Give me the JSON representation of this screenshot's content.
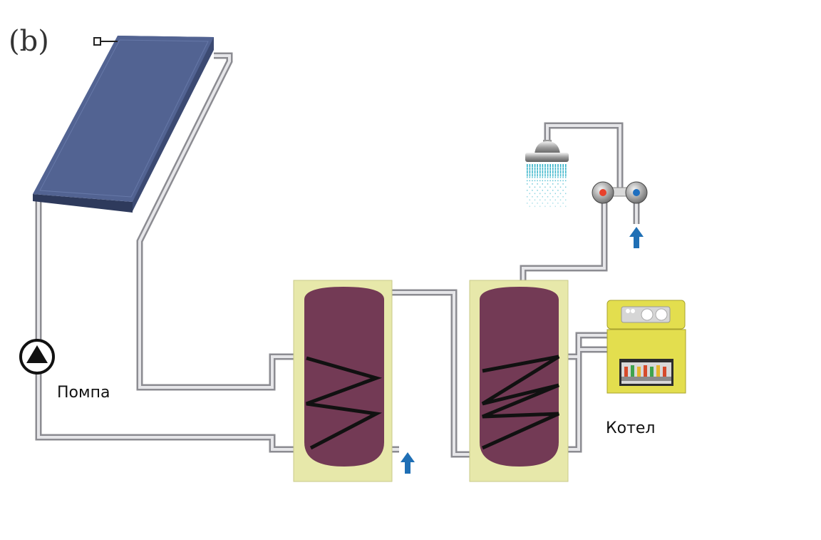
{
  "panel_label": "(b)",
  "labels": {
    "pump": "Помпа",
    "boiler": "Котел"
  },
  "colors": {
    "collector": "#526392",
    "collector_edge": "#3c4a72",
    "pipe": "#bdbdc2",
    "tank_jacket": "#e7e8aa",
    "tank_inner": "#733a55",
    "coil": "#111111",
    "boiler_body": "#e3de4e",
    "arrow": "#1f6fb5",
    "hot_knob": "#e8412c",
    "cold_knob": "#1e6fc0",
    "shower_water": "#2fb1c8"
  },
  "icons": {
    "pump": "pump-icon",
    "inlet_arrow": "arrow-up-icon",
    "shower": "shower-head-icon",
    "mixer": "mixer-valve-icon",
    "boiler": "boiler-icon",
    "collector": "solar-collector-icon",
    "sensor": "sensor-icon"
  }
}
